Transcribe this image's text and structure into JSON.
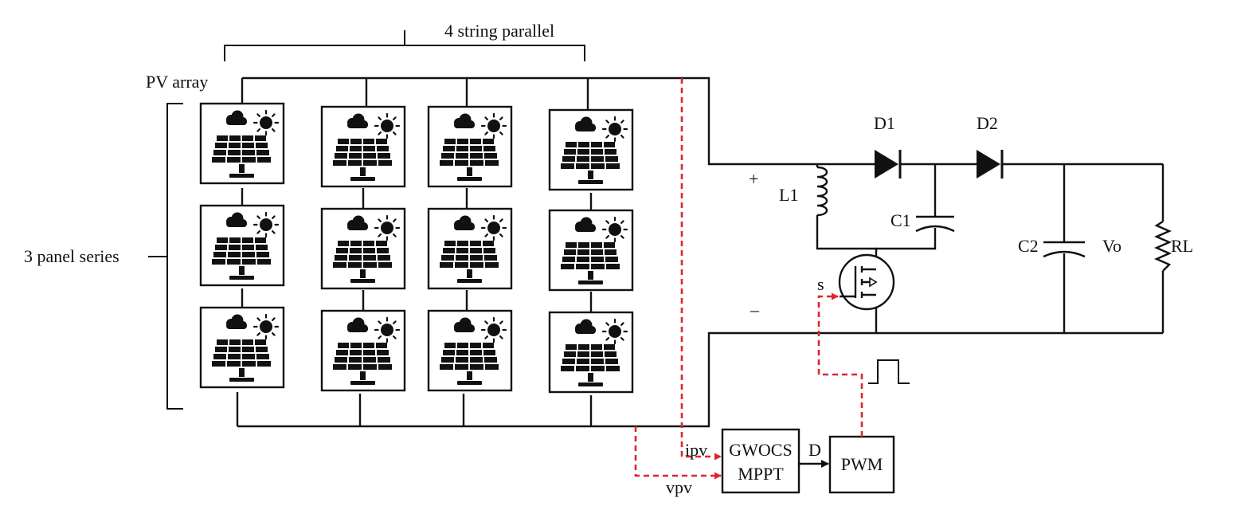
{
  "labels": {
    "string_parallel": "4 string parallel",
    "pv_array": "PV array",
    "panel_series": "3 panel series",
    "plus": "+",
    "minus": "–",
    "l1": "L1",
    "d1": "D1",
    "d2": "D2",
    "c1": "C1",
    "c2": "C2",
    "vo": "Vo",
    "rl": "RL",
    "s": "s",
    "ipv": "ipv",
    "vpv": "vpv",
    "d": "D"
  },
  "blocks": {
    "mppt_line1": "GWOCS",
    "mppt_line2": "MPPT",
    "pwm": "PWM"
  },
  "pv_array": {
    "strings": 4,
    "panels_per_string": 3
  },
  "icons": [
    "solar-panel-icon",
    "cloud-icon",
    "sun-icon",
    "diode-icon",
    "inductor-icon",
    "capacitor-icon",
    "resistor-icon",
    "mosfet-icon",
    "pulse-icon"
  ],
  "colors": {
    "wire": "#111111",
    "signal": "#e0242b"
  }
}
